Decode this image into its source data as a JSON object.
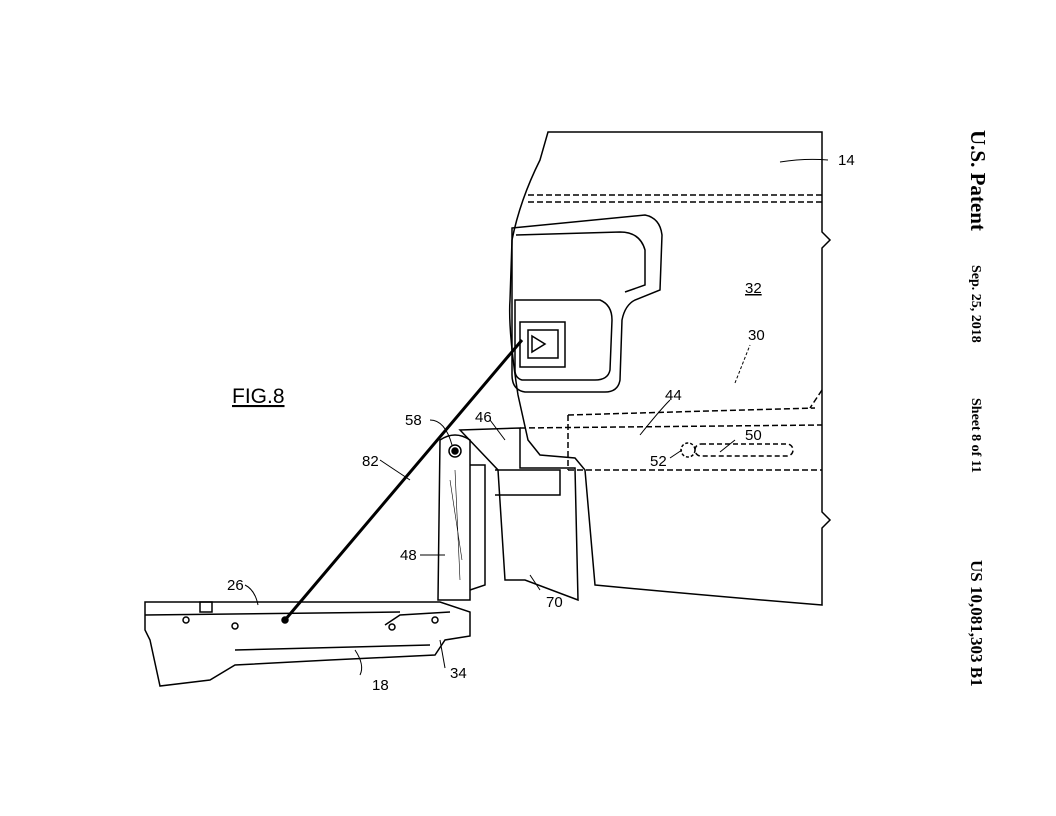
{
  "header": {
    "patent": "U.S. Patent",
    "date": "Sep. 25, 2018",
    "sheet": "Sheet 8 of 11",
    "number": "US 10,081,303 B1"
  },
  "figure": {
    "title": "FIG.8",
    "labels": {
      "l14": "14",
      "l32": "32",
      "l30": "30",
      "l44": "44",
      "l50": "50",
      "l52": "52",
      "l46": "46",
      "l58": "58",
      "l82": "82",
      "l48": "48",
      "l70": "70",
      "l26": "26",
      "l18": "18",
      "l34": "34"
    }
  }
}
